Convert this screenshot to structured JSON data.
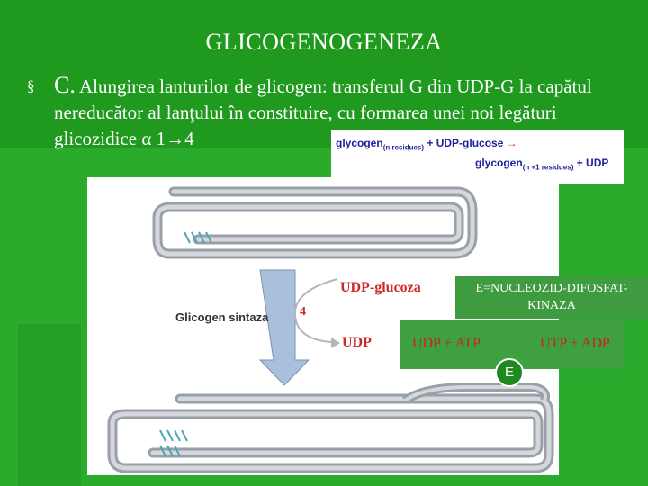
{
  "title": "GLICOGENOGENEZA",
  "bullet": "§",
  "body": {
    "prefix": "C.",
    "text": "Alungirea lanturilor de glicogen: transferul G din UDP-G la capătul nereducător al lanţului în constituire, cu formarea unei noi legături glicozidice α 1→4"
  },
  "equation": {
    "line1_a": "glycogen",
    "line1_a_sub": "(n residues)",
    "line1_b": " + UDP-glucose ",
    "line1_arrow": "→",
    "line2_a": "glycogen",
    "line2_a_sub": "(n +1 residues)",
    "line2_b": " + UDP"
  },
  "diagram": {
    "udp_glucoza": "UDP-glucoza",
    "udp": "UDP",
    "glicogen_sintaza": "Glicogen sintaza",
    "step_number": "4"
  },
  "enzyme_box": "E=NUCLEOZID-DIFOSFAT-KINAZA",
  "reaction": {
    "left": "UDP + ATP",
    "right": "UTP + ADP",
    "enzyme": "E"
  },
  "colors": {
    "background": "#1f9a1f",
    "label_red": "#cc2b2b",
    "chain": "#9aa0a8",
    "arrow_blue": "#a8c0dc"
  }
}
